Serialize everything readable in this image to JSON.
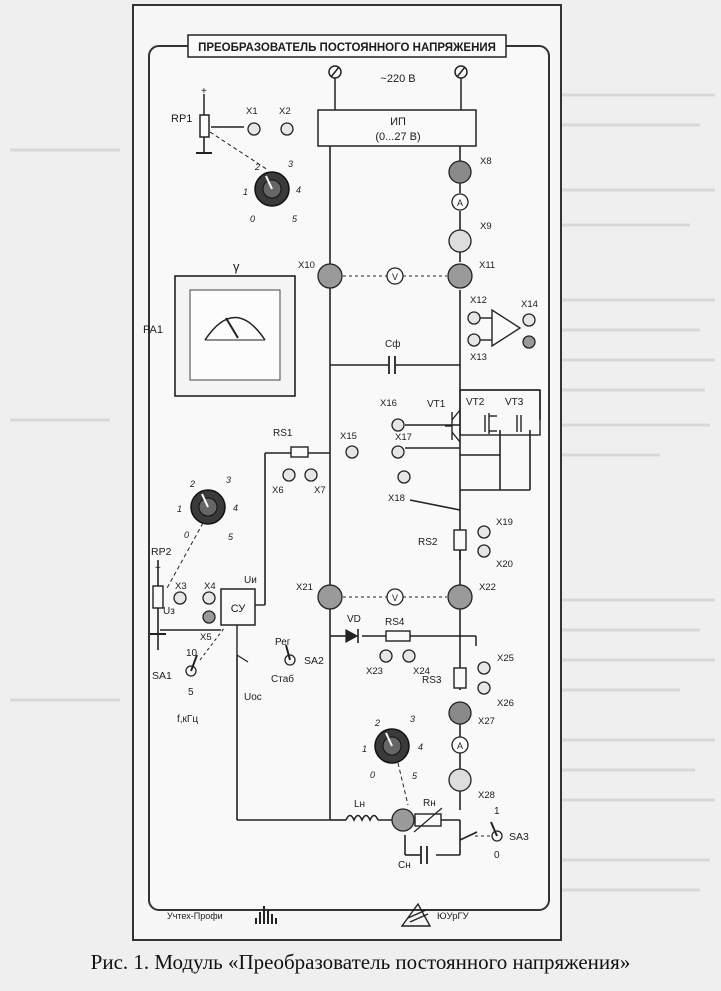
{
  "panel": {
    "title": "ПРЕОБРАЗОВАТЕЛЬ ПОСТОЯННОГО НАПРЯЖЕНИЯ",
    "mains": "~220 В",
    "psu": {
      "name": "ИП",
      "range": "(0...27 В)"
    }
  },
  "meter": {
    "name": "PA1",
    "symbol": "γ"
  },
  "instruments": {
    "ammeter": "A",
    "voltmeter": "V"
  },
  "terminals": [
    "X1",
    "X2",
    "X3",
    "X4",
    "X5",
    "X6",
    "X7",
    "X8",
    "X9",
    "X10",
    "X11",
    "X12",
    "X13",
    "X14",
    "X15",
    "X16",
    "X17",
    "X18",
    "X19",
    "X20",
    "X21",
    "X22",
    "X23",
    "X24",
    "X25",
    "X26",
    "X27",
    "X28"
  ],
  "components": {
    "RP1": "RP1",
    "RP2": "RP2",
    "RS1": "RS1",
    "RS2": "RS2",
    "RS3": "RS3",
    "RS4": "RS4",
    "Cf": "Cф",
    "VT1": "VT1",
    "VT2": "VT2",
    "VT3": "VT3",
    "VD": "VD",
    "SU": "СУ",
    "Ui": "Uи",
    "Uz": "Uз",
    "Uos": "Uос",
    "Ln": "Lн",
    "Rn": "Rн",
    "Cn": "Cн",
    "SA1": "SA1",
    "SA2": "SA2",
    "SA3": "SA3",
    "reg": "Рег",
    "stab": "Стаб",
    "freq": "f,кГц",
    "sa1_hi": "10",
    "sa1_lo": "5",
    "sa3_on": "1",
    "sa3_off": "0"
  },
  "dial_ticks": [
    "0",
    "1",
    "2",
    "3",
    "4",
    "5"
  ],
  "footer": {
    "left": "Учтех-Профи",
    "right": "ЮУрГУ"
  },
  "caption": "Рис. 1. Модуль «Преобразователь постоянного напряжения»"
}
